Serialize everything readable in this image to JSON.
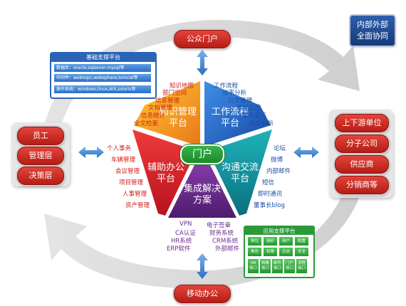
{
  "public_portal": "公众门户",
  "mobile_office": "移动办公",
  "badge": [
    "内部外部",
    "全面协同"
  ],
  "portal": "门户",
  "left_pills": [
    "员工",
    "管理层",
    "决策层"
  ],
  "right_pills": [
    "上下游单位",
    "分子公司",
    "供应商",
    "分销商等"
  ],
  "infra": {
    "title": "基础支撑平台",
    "rows": [
      "数据库：oracle,sqlsever,mysql等",
      "中间件：weblogic,websphere,tomcat等",
      "操作系统：windows,linux,AIX,solaris等"
    ]
  },
  "pentagon": {
    "knowledge": [
      "知识管理",
      "平台"
    ],
    "workflow": [
      "工作流程",
      "平台"
    ],
    "assist": [
      "辅助办公",
      "平台"
    ],
    "comm": [
      "沟通交流",
      "平台"
    ],
    "integrate": [
      "集成解决",
      "方案"
    ]
  },
  "knowledge_items": [
    "知识地图",
    "部门空间",
    "信息管理",
    "文档管理",
    "信息统计",
    "全文检索"
  ],
  "workflow_items": [
    "工作流程",
    "效率分析",
    "公文管理",
    "流程监控",
    "事务委托",
    "统计分析"
  ],
  "assist_items": [
    "个人事务",
    "车辆管理",
    "会议管理",
    "项目管理",
    "人事管理",
    "资产管理"
  ],
  "comm_items": [
    "论坛",
    "微博",
    "内部邮件",
    "短信",
    "即时通讯",
    "董事长blog"
  ],
  "integrate_left": [
    "VPN",
    "CA认证",
    "HR系统",
    "ERP软件"
  ],
  "integrate_right": [
    "电子签章",
    "财务系统",
    "CRM系统",
    "外部邮件"
  ],
  "app": {
    "title": "应用支撑平台",
    "row1": [
      "单位",
      "组织",
      "用户",
      "配置"
    ],
    "row2": [
      "角色",
      "权限",
      "日志",
      "安全"
    ],
    "row3": [
      "HR\n接口",
      "档案\n接口",
      "邮件\n接口",
      "门户\n接口",
      "流程\n接口"
    ]
  },
  "colors": {
    "orange": "#f39a1c",
    "blue": "#1d64c6",
    "red": "#d51f2e",
    "teal": "#0f8f95",
    "purple": "#6e2c8f",
    "green": "#2b9a36"
  }
}
